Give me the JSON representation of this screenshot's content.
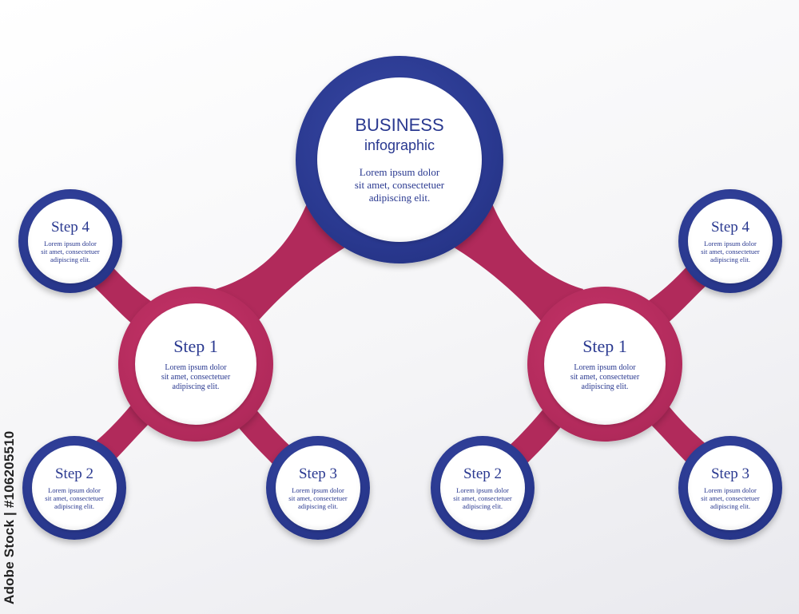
{
  "colors": {
    "blue": "#2a3990",
    "pink": "#b12a5b",
    "text": "#2a3990"
  },
  "main": {
    "title": "BUSINESS",
    "subtitle": "infographic",
    "desc": [
      "Lorem ipsum dolor",
      "sit amet, consectetuer",
      "adipiscing elit."
    ]
  },
  "left": {
    "hub": {
      "title": "Step 1",
      "desc": [
        "Lorem ipsum dolor",
        "sit amet, consectetuer",
        "adipiscing elit."
      ]
    },
    "step2": {
      "title": "Step 2",
      "desc": [
        "Lorem ipsum dolor",
        "sit amet, consectetuer",
        "adipiscing elit."
      ]
    },
    "step3": {
      "title": "Step 3",
      "desc": [
        "Lorem ipsum dolor",
        "sit amet, consectetuer",
        "adipiscing elit."
      ]
    },
    "step4": {
      "title": "Step 4",
      "desc": [
        "Lorem ipsum dolor",
        "sit amet, consectetuer",
        "adipiscing elit."
      ]
    }
  },
  "right": {
    "hub": {
      "title": "Step 1",
      "desc": [
        "Lorem ipsum dolor",
        "sit amet, consectetuer",
        "adipiscing elit."
      ]
    },
    "step2": {
      "title": "Step 2",
      "desc": [
        "Lorem ipsum dolor",
        "sit amet, consectetuer",
        "adipiscing elit."
      ]
    },
    "step3": {
      "title": "Step 3",
      "desc": [
        "Lorem ipsum dolor",
        "sit amet, consectetuer",
        "adipiscing elit."
      ]
    },
    "step4": {
      "title": "Step 4",
      "desc": [
        "Lorem ipsum dolor",
        "sit amet, consectetuer",
        "adipiscing elit."
      ]
    }
  },
  "watermark": "Adobe Stock | #106205510"
}
